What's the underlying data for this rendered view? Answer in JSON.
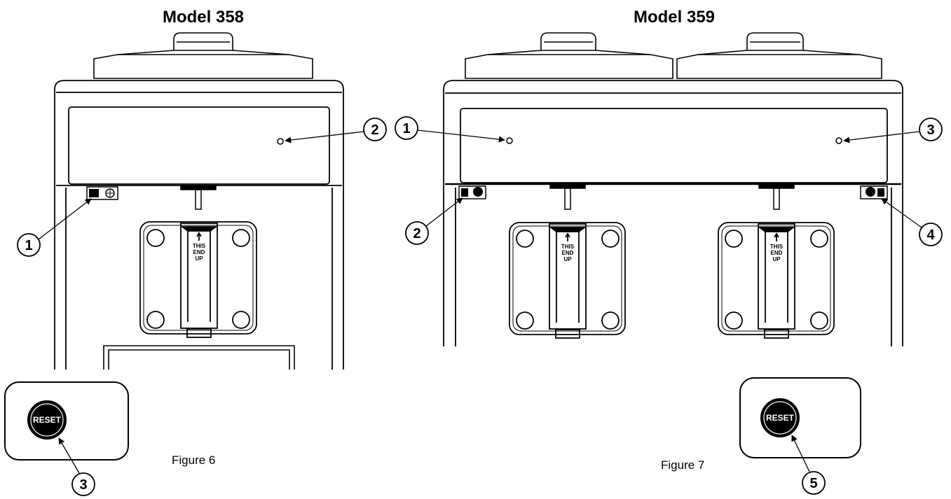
{
  "figures": [
    {
      "title": "Model 358",
      "caption": "Figure 6"
    },
    {
      "title": "Model 359",
      "caption": "Figure 7"
    }
  ],
  "callouts": {
    "m358": [
      "1",
      "2",
      "3"
    ],
    "m359": [
      "1",
      "2",
      "3",
      "4",
      "5"
    ]
  },
  "reset_label": "RESET",
  "drip_tray_text": [
    "THIS",
    "END",
    "UP"
  ]
}
